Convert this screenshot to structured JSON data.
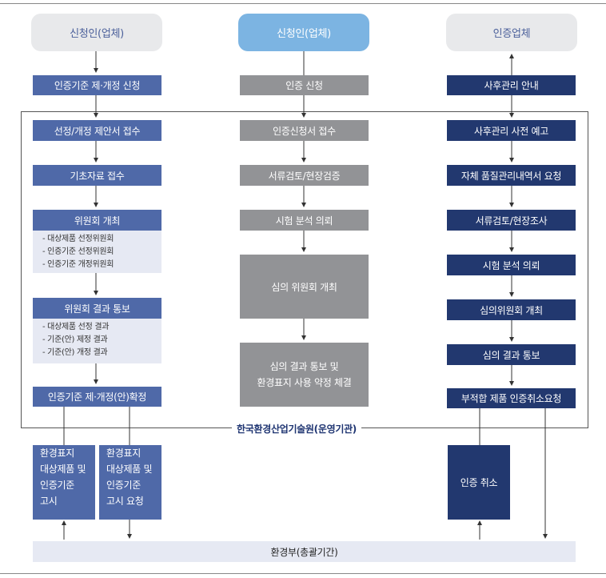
{
  "top_nodes": {
    "left": "신청인(업체)",
    "center": "신청인(업체)",
    "right": "인증업체"
  },
  "left_column": {
    "step1": "인증기준 제·개정 신청",
    "step2": "선정/개정 제안서 접수",
    "step3": "기초자료 접수",
    "step4": "위원회 개최",
    "step4_details": [
      "- 대상제품 선정위원회",
      "- 인증기준 선정위원회",
      "- 인증기준 개정위원회"
    ],
    "step5": "위원회 결과 통보",
    "step5_details": [
      "- 대상제품 선정 결과",
      "- 기준(안) 제정 결과",
      "- 기준(안) 개정 결과"
    ],
    "step6": "인증기준 제·개정(안)확정"
  },
  "center_column": {
    "step1": "인증 신청",
    "step2": "인증신청서 접수",
    "step3": "서류검토/현장검증",
    "step4": "시험 분석 의뢰",
    "step5": "심의 위원회 개최",
    "step6_line1": "심의 결과 통보 및",
    "step6_line2": "환경표지 사용 약정 체결"
  },
  "right_column": {
    "step1": "사후관리 안내",
    "step2": "사후관리 사전 예고",
    "step3": "자체 품질관리내역서 요청",
    "step4": "서류검토/현장조사",
    "step5": "시험 분석 의뢰",
    "step6": "심의위원회 개최",
    "step7": "심의 결과 통보",
    "step8": "부적합 제품 인증취소요청"
  },
  "institution_label": "한국환경산업기술원(운영기관)",
  "bottom_boxes": {
    "notice1": [
      "환경표지",
      "대상제품 및",
      "인증기준",
      "고시"
    ],
    "notice2": [
      "환경표지",
      "대상제품 및",
      "인증기준",
      "고시 요청"
    ],
    "cancel": "인증 취소"
  },
  "ministry": "환경부(총괄기간)",
  "colors": {
    "grey": "#929396",
    "blue": "#4f69a8",
    "navy": "#22386f",
    "sky": "#7cb4e2",
    "light": "#e8e9eb",
    "pale_blue": "#e6e9f3"
  }
}
